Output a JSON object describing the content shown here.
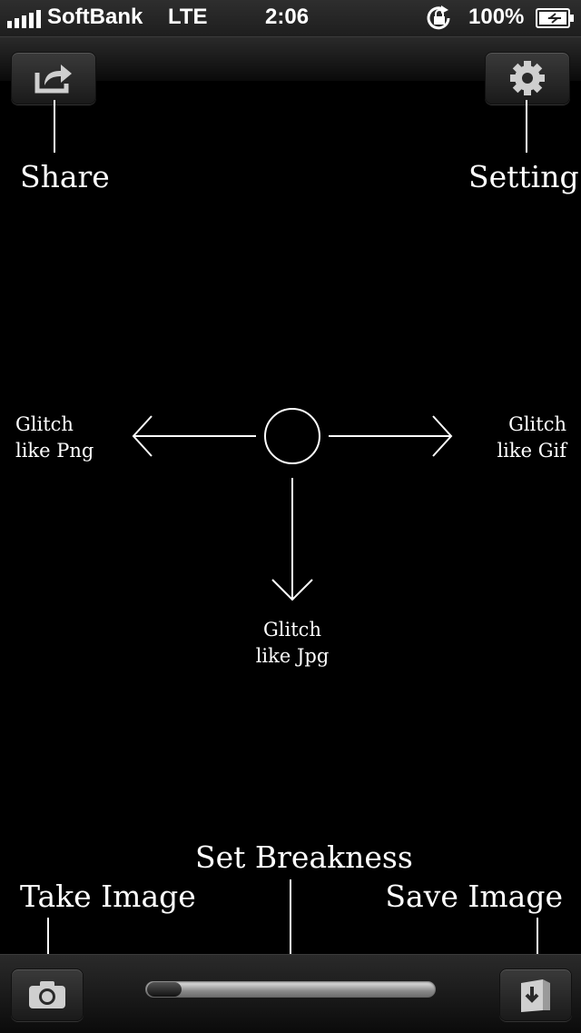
{
  "status_bar": {
    "carrier": "SoftBank",
    "network": "LTE",
    "time": "2:06",
    "battery": "100%"
  },
  "annotations": {
    "share": "Share",
    "setting": "Setting",
    "take_image": "Take Image",
    "set_breakness": "Set Breakness",
    "save_image": "Save Image"
  },
  "gesture_guide": {
    "left_line1": "Glitch",
    "left_line2": "like Png",
    "right_line1": "Glitch",
    "right_line2": "like Gif",
    "down_line1": "Glitch",
    "down_line2": "like Jpg"
  },
  "slider": {
    "value_fraction": 0.12
  },
  "colors": {
    "background": "#000000",
    "foreground": "#ffffff"
  }
}
